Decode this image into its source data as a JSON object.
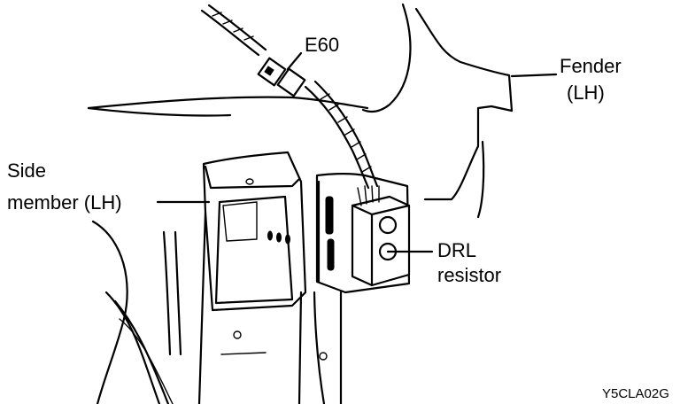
{
  "labels": {
    "connector": "E60",
    "fender_line1": "Fender",
    "fender_line2": "(LH)",
    "side_member_line1": "Side",
    "side_member_line2": "member (LH)",
    "drl_line1": "DRL",
    "drl_line2": "resistor",
    "figure_code": "Y5CLA02G"
  }
}
